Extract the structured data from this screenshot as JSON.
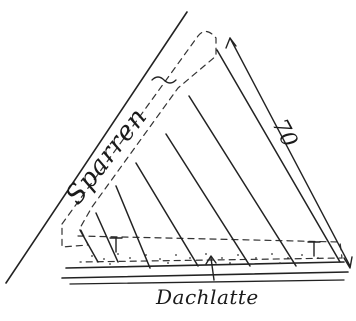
{
  "diagram": {
    "labels": {
      "top": "Sparren",
      "bottom": "Dachlatte",
      "dimension": "70"
    }
  }
}
